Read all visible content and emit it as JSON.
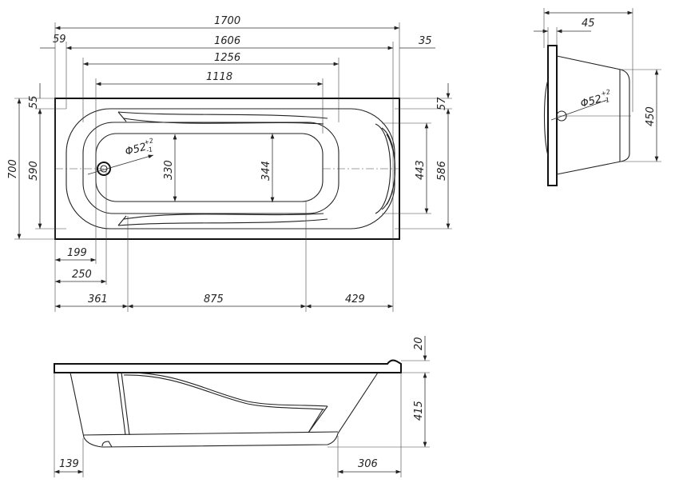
{
  "top_view": {
    "overall_length": "1700",
    "left_rim": "59",
    "inner_length": "1606",
    "right_rim": "35",
    "rim_inner_length": "1256",
    "bottom_length": "1118",
    "overall_width": "700",
    "inner_width": "590",
    "top_rim": "55",
    "right_top_rim": "57",
    "right_inner_width": "586",
    "headrest_width": "443",
    "bottom_width_drain_end": "330",
    "bottom_width_far_end": "344",
    "drain_diameter": "Φ52",
    "drain_tolerance_upper": "+2",
    "drain_tolerance_lower": "-1",
    "drain_offset_1": "199",
    "drain_offset_2": "250",
    "seg_left": "361",
    "seg_middle": "875",
    "seg_right": "429"
  },
  "end_view": {
    "flange_width": "45",
    "drain_diameter": "Φ52",
    "drain_tolerance_upper": "+2",
    "drain_tolerance_lower": "-1",
    "height": "450"
  },
  "side_view": {
    "rim_height": "20",
    "depth": "415",
    "left_offset": "139",
    "right_offset": "306"
  }
}
